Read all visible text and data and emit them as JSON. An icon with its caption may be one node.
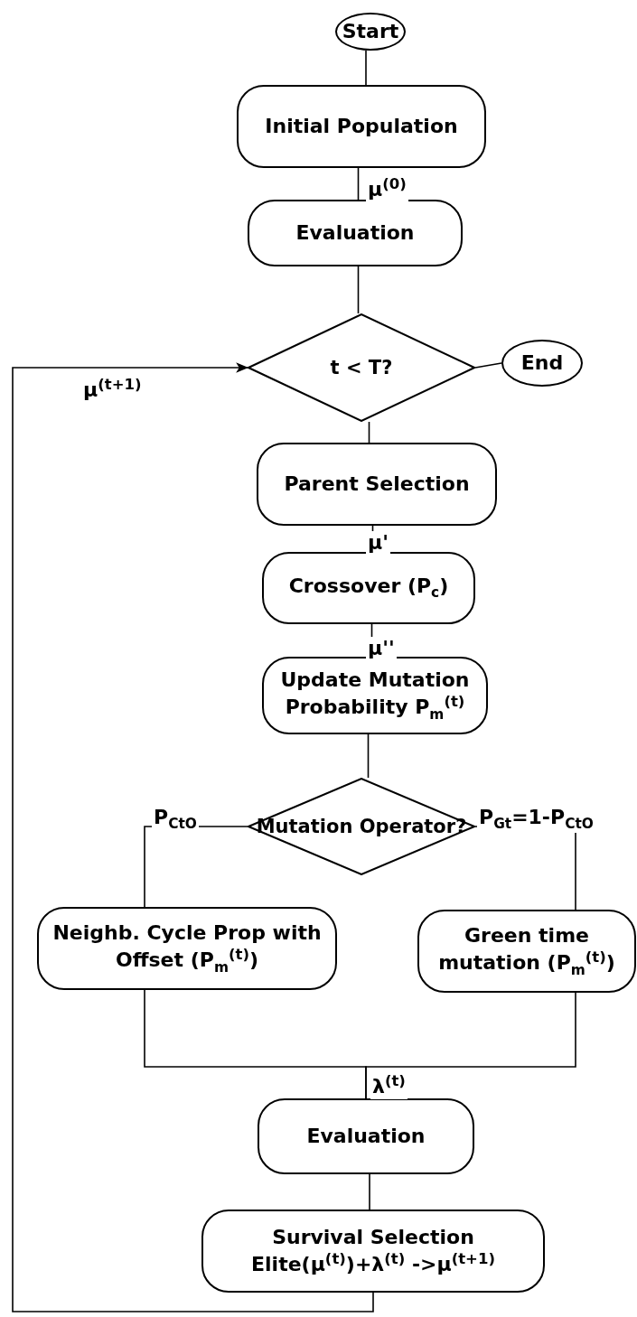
{
  "diagram": {
    "nodes": [
      {
        "text": [
          "Start"
        ]
      },
      {
        "text": [
          "Initial Population"
        ]
      },
      {
        "text": [
          "Evaluation"
        ]
      },
      {
        "text": [
          "t < T?"
        ]
      },
      {
        "text": [
          "End"
        ]
      },
      {
        "text": [
          "Parent Selection"
        ]
      },
      {
        "text": [
          "Crossover (P$_{c}$)"
        ]
      },
      {
        "text": [
          "Update Mutation Probability P$_{m}$$^{(t)}$"
        ]
      },
      {
        "text": [
          "Mutation Operator?"
        ]
      },
      {
        "text": [
          "Neighb. Cycle Prop with Offset (P$_{m}$$^{(t)}$)"
        ]
      },
      {
        "text": [
          "Green time mutation (P$_{m}$$^{(t)}$)"
        ]
      },
      {
        "text": [
          "Evaluation"
        ]
      },
      {
        "text": [
          "Survival Selection",
          "Elite(μ$^{(t)}$)+λ$^{(t)}$ ->μ$^{(t+1)}$"
        ]
      }
    ],
    "edges": [
      {
        "from": 0,
        "to": 1,
        "arrow": "none"
      },
      {
        "from": 1,
        "to": 2,
        "arrow": "none",
        "label": "μ$^{(0)}$"
      },
      {
        "from": 2,
        "to": 3,
        "arrow": "none"
      },
      {
        "from": 3,
        "to": 4,
        "arrow": "none"
      },
      {
        "from": 3,
        "to": 5,
        "arrow": "none"
      },
      {
        "from": 5,
        "to": 6,
        "arrow": "none",
        "label": "μ'"
      },
      {
        "from": 6,
        "to": 7,
        "arrow": "none",
        "label": "μ''"
      },
      {
        "from": 7,
        "to": 8,
        "arrow": "none"
      },
      {
        "from": 8,
        "to": 9,
        "arrow": "none",
        "label": "P$_{CtO}$"
      },
      {
        "from": 8,
        "to": 10,
        "arrow": "none",
        "label": "P$_{Gt}$=1-P$_{CtO}$"
      },
      {
        "from": 9,
        "to": 11,
        "arrow": "none",
        "label": "λ$^{(t)}$"
      },
      {
        "from": 10,
        "to": 11,
        "arrow": "none"
      },
      {
        "from": 11,
        "to": 12,
        "arrow": "none"
      },
      {
        "from": 12,
        "to": 3,
        "arrow": "to",
        "label": "μ$^{(t+1)}$"
      }
    ]
  }
}
